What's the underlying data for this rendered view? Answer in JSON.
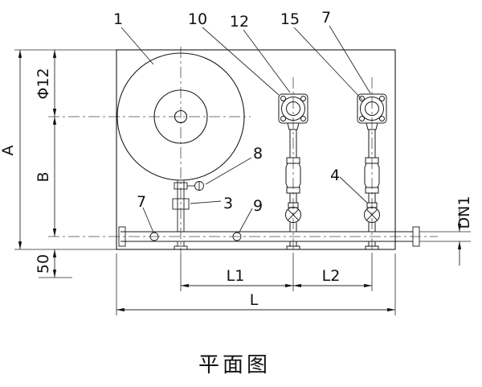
{
  "title": "平面图",
  "dims": {
    "a": "A",
    "phi12": "Φ12",
    "b": "B",
    "n50": "50",
    "l1": "L1",
    "l2": "L2",
    "l": "L",
    "dn1": "DN1"
  },
  "callouts": {
    "n1": "1",
    "n10": "10",
    "n12": "12",
    "n15": "15",
    "n7_top": "7",
    "n8": "8",
    "n3": "3",
    "n9": "9",
    "n7_left": "7",
    "n4": "4"
  }
}
